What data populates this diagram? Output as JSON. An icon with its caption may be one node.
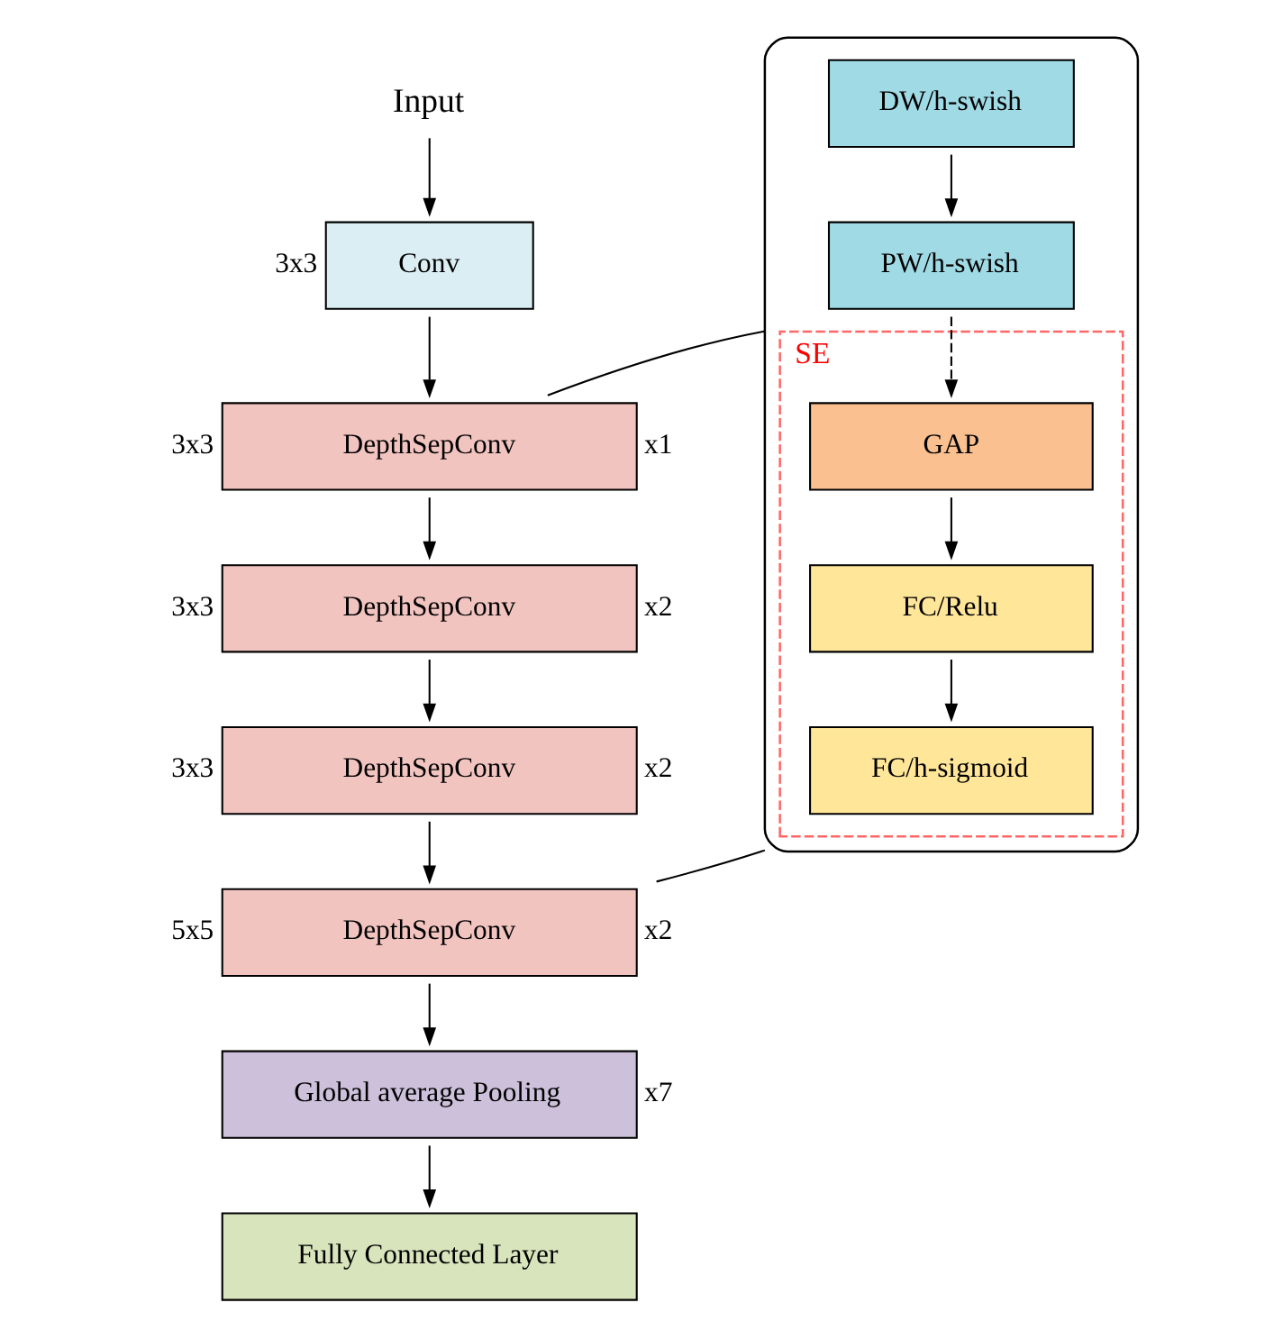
{
  "diagram": {
    "nodes": [
      {
        "text": [
          "Input"
        ]
      },
      {
        "text": [
          "Conv"
        ],
        "beside": [
          "3x3"
        ]
      },
      {
        "text": [
          "DepthSepConv"
        ],
        "beside": [
          "3x3",
          "x1"
        ]
      },
      {
        "text": [
          "DepthSepConv"
        ],
        "beside": [
          "3x3",
          "x2"
        ]
      },
      {
        "text": [
          "DepthSepConv"
        ],
        "beside": [
          "3x3",
          "x2"
        ]
      },
      {
        "text": [
          "DepthSepConv"
        ],
        "beside": [
          "5x5",
          "x2"
        ]
      },
      {
        "text": [
          "Global average Pooling"
        ],
        "beside": [
          "x7"
        ]
      },
      {
        "text": [
          "Fully Connected Layer"
        ]
      },
      {
        "text": [],
        "shape": "box"
      },
      {
        "text": [
          "DW/h-swish"
        ],
        "in": 8
      },
      {
        "text": [
          "PW/h-swish"
        ],
        "in": 8
      },
      {
        "text": [
          "SE"
        ],
        "in": 8
      },
      {
        "text": [
          "GAP"
        ],
        "in": 11
      },
      {
        "text": [
          "FC/Relu"
        ],
        "in": 11
      },
      {
        "text": [
          "FC/h-sigmoid"
        ],
        "in": 11
      }
    ],
    "edges": [
      {
        "from": 0,
        "to": 1,
        "arrow": "to"
      },
      {
        "from": 1,
        "to": 2,
        "arrow": "to"
      },
      {
        "from": 2,
        "to": 3,
        "arrow": "to"
      },
      {
        "from": 3,
        "to": 4,
        "arrow": "to"
      },
      {
        "from": 4,
        "to": 5,
        "arrow": "to"
      },
      {
        "from": 5,
        "to": 6,
        "arrow": "to"
      },
      {
        "from": 6,
        "to": 7,
        "arrow": "to"
      },
      {
        "from": 2,
        "to": 8,
        "arrow": "none"
      },
      {
        "from": 5,
        "to": 8,
        "arrow": "none"
      },
      {
        "from": 9,
        "to": 10,
        "arrow": "to"
      },
      {
        "from": 10,
        "to": 12,
        "arrow": "to",
        "style": "dashed"
      },
      {
        "from": 12,
        "to": 13,
        "arrow": "to"
      },
      {
        "from": 13,
        "to": 14,
        "arrow": "to"
      }
    ]
  }
}
